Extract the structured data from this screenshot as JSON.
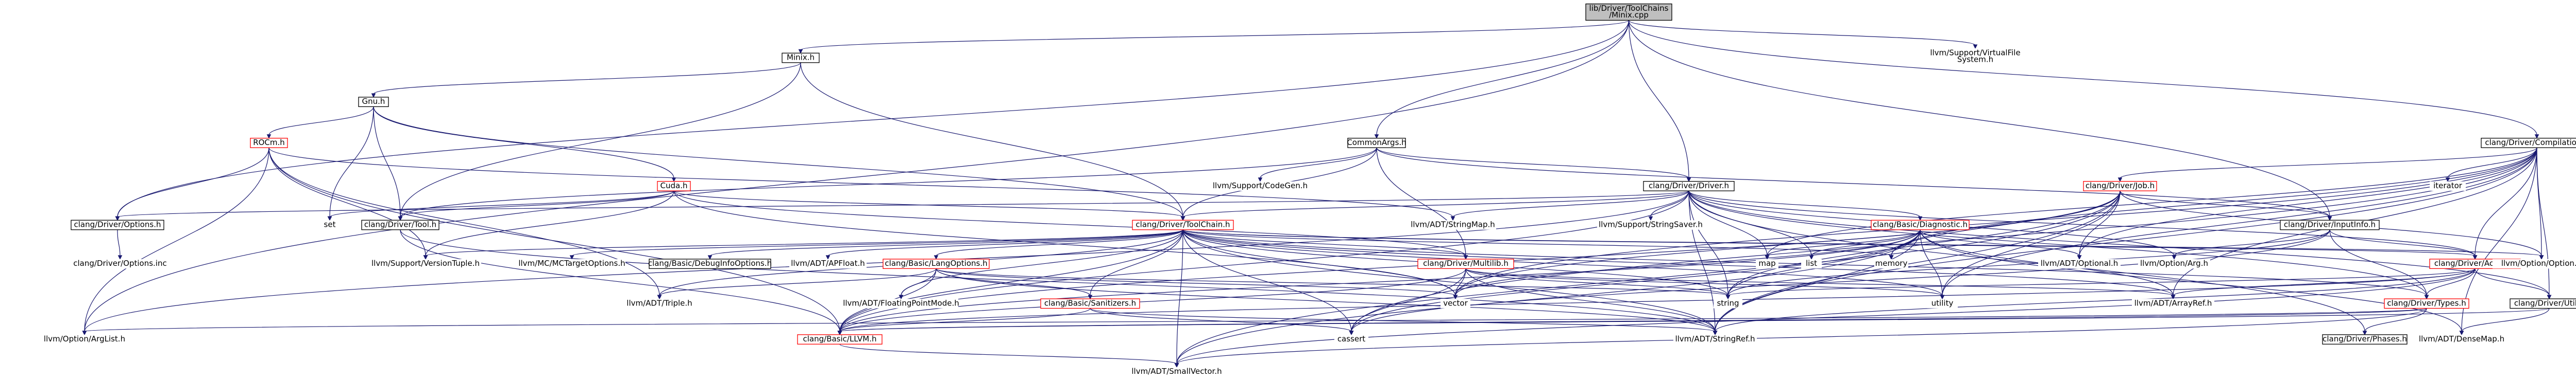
{
  "page": {
    "title": "lib/Driver/ToolChains/Minix.cpp include dependency graph"
  },
  "colors": {
    "edge": "#191970",
    "root_fill": "#bfbfbf",
    "box_stroke": "#000000",
    "incomplete_stroke": "#ff0000",
    "background": "#ffffff"
  },
  "nodes": [
    {
      "id": "minix_cpp",
      "label": [
        "lib/Driver/ToolChains",
        "/Minix.cpp"
      ],
      "kind": "root"
    },
    {
      "id": "minix_h",
      "label": [
        "Minix.h"
      ],
      "kind": "normal"
    },
    {
      "id": "gnu_h",
      "label": [
        "Gnu.h"
      ],
      "kind": "normal"
    },
    {
      "id": "rocm_h",
      "label": [
        "ROCm.h"
      ],
      "kind": "incomplete"
    },
    {
      "id": "cuda_h",
      "label": [
        "Cuda.h"
      ],
      "kind": "incomplete"
    },
    {
      "id": "commonargs_h",
      "label": [
        "CommonArgs.h"
      ],
      "kind": "normal"
    },
    {
      "id": "vfs_h",
      "label": [
        "llvm/Support/VirtualFile",
        "System.h"
      ],
      "kind": "plain"
    },
    {
      "id": "compilation_h",
      "label": [
        "clang/Driver/Compilation.h"
      ],
      "kind": "normal"
    },
    {
      "id": "driver_h",
      "label": [
        "clang/Driver/Driver.h"
      ],
      "kind": "normal"
    },
    {
      "id": "codegen_h",
      "label": [
        "llvm/Support/CodeGen.h"
      ],
      "kind": "plain"
    },
    {
      "id": "job_h",
      "label": [
        "clang/Driver/Job.h"
      ],
      "kind": "incomplete"
    },
    {
      "id": "iterator",
      "label": [
        "iterator"
      ],
      "kind": "plain"
    },
    {
      "id": "options_h",
      "label": [
        "clang/Driver/Options.h"
      ],
      "kind": "normal"
    },
    {
      "id": "options_inc",
      "label": [
        "clang/Driver/Options.inc"
      ],
      "kind": "plain"
    },
    {
      "id": "set",
      "label": [
        "set"
      ],
      "kind": "plain"
    },
    {
      "id": "tool_h",
      "label": [
        "clang/Driver/Tool.h"
      ],
      "kind": "normal"
    },
    {
      "id": "toolchain_h",
      "label": [
        "clang/Driver/ToolChain.h"
      ],
      "kind": "incomplete"
    },
    {
      "id": "stringmap_h",
      "label": [
        "llvm/ADT/StringMap.h"
      ],
      "kind": "plain"
    },
    {
      "id": "stringsaver_h",
      "label": [
        "llvm/Support/StringSaver.h"
      ],
      "kind": "plain"
    },
    {
      "id": "diagnostic_h",
      "label": [
        "clang/Basic/Diagnostic.h"
      ],
      "kind": "incomplete"
    },
    {
      "id": "inputinfo_h",
      "label": [
        "clang/Driver/InputInfo.h"
      ],
      "kind": "normal"
    },
    {
      "id": "versiontuple_h",
      "label": [
        "llvm/Support/VersionTuple.h"
      ],
      "kind": "plain"
    },
    {
      "id": "mctargetoptions_h",
      "label": [
        "llvm/MC/MCTargetOptions.h"
      ],
      "kind": "plain"
    },
    {
      "id": "debuginfooptions_h",
      "label": [
        "clang/Basic/DebugInfoOptions.h"
      ],
      "kind": "normal"
    },
    {
      "id": "apfloat_h",
      "label": [
        "llvm/ADT/APFloat.h"
      ],
      "kind": "plain"
    },
    {
      "id": "langoptions_h",
      "label": [
        "clang/Basic/LangOptions.h"
      ],
      "kind": "incomplete"
    },
    {
      "id": "multilib_h",
      "label": [
        "clang/Driver/Multilib.h"
      ],
      "kind": "incomplete"
    },
    {
      "id": "map",
      "label": [
        "map"
      ],
      "kind": "plain"
    },
    {
      "id": "list",
      "label": [
        "list"
      ],
      "kind": "plain"
    },
    {
      "id": "memory",
      "label": [
        "memory"
      ],
      "kind": "plain"
    },
    {
      "id": "optional_h",
      "label": [
        "llvm/ADT/Optional.h"
      ],
      "kind": "plain"
    },
    {
      "id": "arg_h",
      "label": [
        "llvm/Option/Arg.h"
      ],
      "kind": "plain"
    },
    {
      "id": "action_h",
      "label": [
        "clang/Driver/Action.h"
      ],
      "kind": "incomplete"
    },
    {
      "id": "option_h",
      "label": [
        "llvm/Option/Option.h"
      ],
      "kind": "plain"
    },
    {
      "id": "triple_h",
      "label": [
        "llvm/ADT/Triple.h"
      ],
      "kind": "plain"
    },
    {
      "id": "floatingpointmode_h",
      "label": [
        "llvm/ADT/FloatingPointMode.h"
      ],
      "kind": "plain"
    },
    {
      "id": "sanitizers_h",
      "label": [
        "clang/Basic/Sanitizers.h"
      ],
      "kind": "incomplete"
    },
    {
      "id": "vector",
      "label": [
        "vector"
      ],
      "kind": "plain"
    },
    {
      "id": "string",
      "label": [
        "string"
      ],
      "kind": "plain"
    },
    {
      "id": "utility",
      "label": [
        "utility"
      ],
      "kind": "plain"
    },
    {
      "id": "arrayref_h",
      "label": [
        "llvm/ADT/ArrayRef.h"
      ],
      "kind": "plain"
    },
    {
      "id": "types_h",
      "label": [
        "clang/Driver/Types.h"
      ],
      "kind": "incomplete"
    },
    {
      "id": "util_h",
      "label": [
        "clang/Driver/Util.h"
      ],
      "kind": "normal"
    },
    {
      "id": "phases_h",
      "label": [
        "clang/Driver/Phases.h"
      ],
      "kind": "normal"
    },
    {
      "id": "densemap_h",
      "label": [
        "llvm/ADT/DenseMap.h"
      ],
      "kind": "plain"
    },
    {
      "id": "arglist_h",
      "label": [
        "llvm/Option/ArgList.h"
      ],
      "kind": "plain"
    },
    {
      "id": "llvm_h",
      "label": [
        "clang/Basic/LLVM.h"
      ],
      "kind": "incomplete"
    },
    {
      "id": "cassert",
      "label": [
        "cassert"
      ],
      "kind": "plain"
    },
    {
      "id": "stringref_h",
      "label": [
        "llvm/ADT/StringRef.h"
      ],
      "kind": "plain"
    },
    {
      "id": "smallvector_h",
      "label": [
        "llvm/ADT/SmallVector.h"
      ],
      "kind": "plain"
    }
  ],
  "edges": [
    [
      "minix_cpp",
      "minix_h"
    ],
    [
      "minix_cpp",
      "commonargs_h"
    ],
    [
      "minix_cpp",
      "vfs_h"
    ],
    [
      "minix_cpp",
      "compilation_h"
    ],
    [
      "minix_cpp",
      "driver_h"
    ],
    [
      "minix_cpp",
      "options_h"
    ],
    [
      "minix_cpp",
      "arglist_h"
    ],
    [
      "minix_cpp",
      "inputinfo_h"
    ],
    [
      "minix_h",
      "gnu_h"
    ],
    [
      "minix_h",
      "tool_h"
    ],
    [
      "minix_h",
      "toolchain_h"
    ],
    [
      "gnu_h",
      "rocm_h"
    ],
    [
      "gnu_h",
      "cuda_h"
    ],
    [
      "gnu_h",
      "set"
    ],
    [
      "gnu_h",
      "tool_h"
    ],
    [
      "gnu_h",
      "toolchain_h"
    ],
    [
      "rocm_h",
      "options_h"
    ],
    [
      "rocm_h",
      "llvm_h"
    ],
    [
      "rocm_h",
      "arglist_h"
    ],
    [
      "rocm_h",
      "triple_h"
    ],
    [
      "rocm_h",
      "versiontuple_h"
    ],
    [
      "rocm_h",
      "stringmap_h"
    ],
    [
      "cuda_h",
      "toolchain_h"
    ],
    [
      "cuda_h",
      "tool_h"
    ],
    [
      "cuda_h",
      "multilib_h"
    ],
    [
      "cuda_h",
      "vector"
    ],
    [
      "cuda_h",
      "set"
    ],
    [
      "cuda_h",
      "versiontuple_h"
    ],
    [
      "commonargs_h",
      "inputinfo_h"
    ],
    [
      "commonargs_h",
      "multilib_h"
    ],
    [
      "commonargs_h",
      "tool_h"
    ],
    [
      "commonargs_h",
      "toolchain_h"
    ],
    [
      "commonargs_h",
      "driver_h"
    ],
    [
      "commonargs_h",
      "codegen_h"
    ],
    [
      "compilation_h",
      "action_h"
    ],
    [
      "compilation_h",
      "job_h"
    ],
    [
      "compilation_h",
      "util_h"
    ],
    [
      "compilation_h",
      "arrayref_h"
    ],
    [
      "compilation_h",
      "densemap_h"
    ],
    [
      "compilation_h",
      "optional_h"
    ],
    [
      "compilation_h",
      "stringref_h"
    ],
    [
      "compilation_h",
      "option_h"
    ],
    [
      "compilation_h",
      "cassert"
    ],
    [
      "compilation_h",
      "iterator"
    ],
    [
      "compilation_h",
      "map"
    ],
    [
      "compilation_h",
      "memory"
    ],
    [
      "compilation_h",
      "utility"
    ],
    [
      "compilation_h",
      "vector"
    ],
    [
      "driver_h",
      "diagnostic_h"
    ],
    [
      "driver_h",
      "llvm_h"
    ],
    [
      "driver_h",
      "action_h"
    ],
    [
      "driver_h",
      "options_h"
    ],
    [
      "driver_h",
      "phases_h"
    ],
    [
      "driver_h",
      "toolchain_h"
    ],
    [
      "driver_h",
      "types_h"
    ],
    [
      "driver_h",
      "util_h"
    ],
    [
      "driver_h",
      "stringmap_h"
    ],
    [
      "driver_h",
      "stringref_h"
    ],
    [
      "driver_h",
      "arg_h"
    ],
    [
      "driver_h",
      "arglist_h"
    ],
    [
      "driver_h",
      "stringsaver_h"
    ],
    [
      "driver_h",
      "list"
    ],
    [
      "driver_h",
      "map"
    ],
    [
      "driver_h",
      "string"
    ],
    [
      "job_h",
      "llvm_h"
    ],
    [
      "job_h",
      "inputinfo_h"
    ],
    [
      "job_h",
      "optional_h"
    ],
    [
      "job_h",
      "smallvector_h"
    ],
    [
      "job_h",
      "stringref_h"
    ],
    [
      "job_h",
      "option_h"
    ],
    [
      "job_h",
      "memory"
    ],
    [
      "job_h",
      "string"
    ],
    [
      "job_h",
      "utility"
    ],
    [
      "job_h",
      "vector"
    ],
    [
      "options_h",
      "options_inc"
    ],
    [
      "tool_h",
      "llvm_h"
    ],
    [
      "tool_h",
      "stringref_h"
    ],
    [
      "toolchain_h",
      "debuginfooptions_h"
    ],
    [
      "toolchain_h",
      "llvm_h"
    ],
    [
      "toolchain_h",
      "langoptions_h"
    ],
    [
      "toolchain_h",
      "sanitizers_h"
    ],
    [
      "toolchain_h",
      "action_h"
    ],
    [
      "toolchain_h",
      "multilib_h"
    ],
    [
      "toolchain_h",
      "types_h"
    ],
    [
      "toolchain_h",
      "apfloat_h"
    ],
    [
      "toolchain_h",
      "arrayref_h"
    ],
    [
      "toolchain_h",
      "floatingpointmode_h"
    ],
    [
      "toolchain_h",
      "smallvector_h"
    ],
    [
      "toolchain_h",
      "stringref_h"
    ],
    [
      "toolchain_h",
      "triple_h"
    ],
    [
      "toolchain_h",
      "mctargetoptions_h"
    ],
    [
      "toolchain_h",
      "option_h"
    ],
    [
      "toolchain_h",
      "versiontuple_h"
    ],
    [
      "toolchain_h",
      "cassert"
    ],
    [
      "toolchain_h",
      "memory"
    ],
    [
      "toolchain_h",
      "string"
    ],
    [
      "toolchain_h",
      "utility"
    ],
    [
      "toolchain_h",
      "vector"
    ],
    [
      "diagnostic_h",
      "llvm_h"
    ],
    [
      "diagnostic_h",
      "arrayref_h"
    ],
    [
      "diagnostic_h",
      "densemap_h"
    ],
    [
      "diagnostic_h",
      "optional_h"
    ],
    [
      "diagnostic_h",
      "smallvector_h"
    ],
    [
      "diagnostic_h",
      "stringref_h"
    ],
    [
      "diagnostic_h",
      "cassert"
    ],
    [
      "diagnostic_h",
      "list"
    ],
    [
      "diagnostic_h",
      "map"
    ],
    [
      "diagnostic_h",
      "memory"
    ],
    [
      "diagnostic_h",
      "string"
    ],
    [
      "diagnostic_h",
      "utility"
    ],
    [
      "diagnostic_h",
      "vector"
    ],
    [
      "inputinfo_h",
      "action_h"
    ],
    [
      "inputinfo_h",
      "types_h"
    ],
    [
      "inputinfo_h",
      "arg_h"
    ],
    [
      "inputinfo_h",
      "cassert"
    ],
    [
      "inputinfo_h",
      "string"
    ],
    [
      "langoptions_h",
      "llvm_h"
    ],
    [
      "langoptions_h",
      "sanitizers_h"
    ],
    [
      "langoptions_h",
      "floatingpointmode_h"
    ],
    [
      "langoptions_h",
      "stringref_h"
    ],
    [
      "langoptions_h",
      "triple_h"
    ],
    [
      "langoptions_h",
      "string"
    ],
    [
      "langoptions_h",
      "vector"
    ],
    [
      "multilib_h",
      "llvm_h"
    ],
    [
      "multilib_h",
      "arrayref_h"
    ],
    [
      "multilib_h",
      "stringref_h"
    ],
    [
      "multilib_h",
      "cassert"
    ],
    [
      "multilib_h",
      "string"
    ],
    [
      "multilib_h",
      "utility"
    ],
    [
      "multilib_h",
      "vector"
    ],
    [
      "action_h",
      "llvm_h"
    ],
    [
      "action_h",
      "types_h"
    ],
    [
      "action_h",
      "util_h"
    ],
    [
      "action_h",
      "arrayref_h"
    ],
    [
      "action_h",
      "smallvector_h"
    ],
    [
      "action_h",
      "stringref_h"
    ],
    [
      "action_h",
      "string"
    ],
    [
      "sanitizers_h",
      "llvm_h"
    ],
    [
      "sanitizers_h",
      "stringref_h"
    ],
    [
      "sanitizers_h",
      "cassert"
    ],
    [
      "types_h",
      "phases_h"
    ],
    [
      "types_h",
      "llvm_h"
    ],
    [
      "types_h",
      "smallvector_h"
    ],
    [
      "types_h",
      "arglist_h"
    ],
    [
      "util_h",
      "llvm_h"
    ],
    [
      "util_h",
      "densemap_h"
    ],
    [
      "llvm_h",
      "smallvector_h"
    ]
  ]
}
